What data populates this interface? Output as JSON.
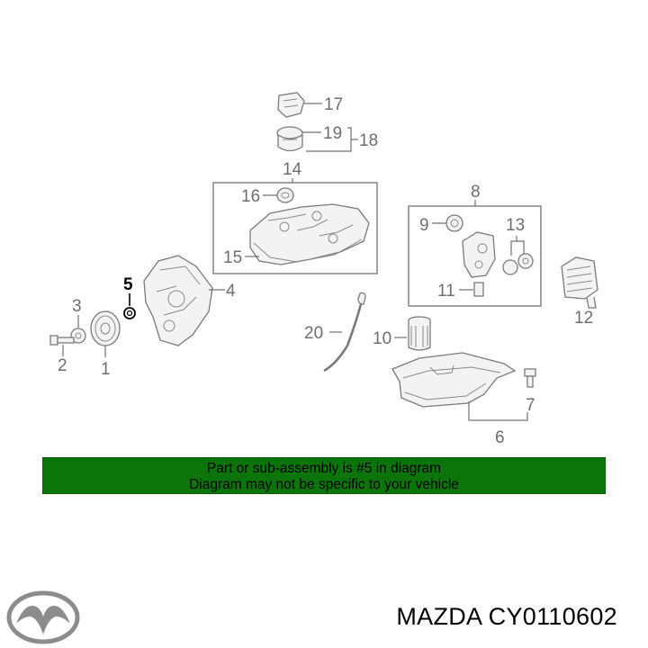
{
  "callouts": {
    "c1": "1",
    "c2": "2",
    "c3": "3",
    "c4": "4",
    "c5": "5",
    "c6": "6",
    "c7": "7",
    "c8": "8",
    "c9": "9",
    "c10": "10",
    "c11": "11",
    "c12": "12",
    "c13": "13",
    "c14": "14",
    "c15": "15",
    "c16": "16",
    "c17": "17",
    "c18": "18",
    "c19": "19",
    "c20": "20"
  },
  "highlighted_part": "5",
  "banner": {
    "line1": "Part or sub-assembly is #5 in diagram",
    "line2": "Diagram may not be specific to your vehicle",
    "color": "#0b750b"
  },
  "brand": {
    "logo_icon": "mazda-logo-icon"
  },
  "part_label": "MAZDA CY0110602"
}
